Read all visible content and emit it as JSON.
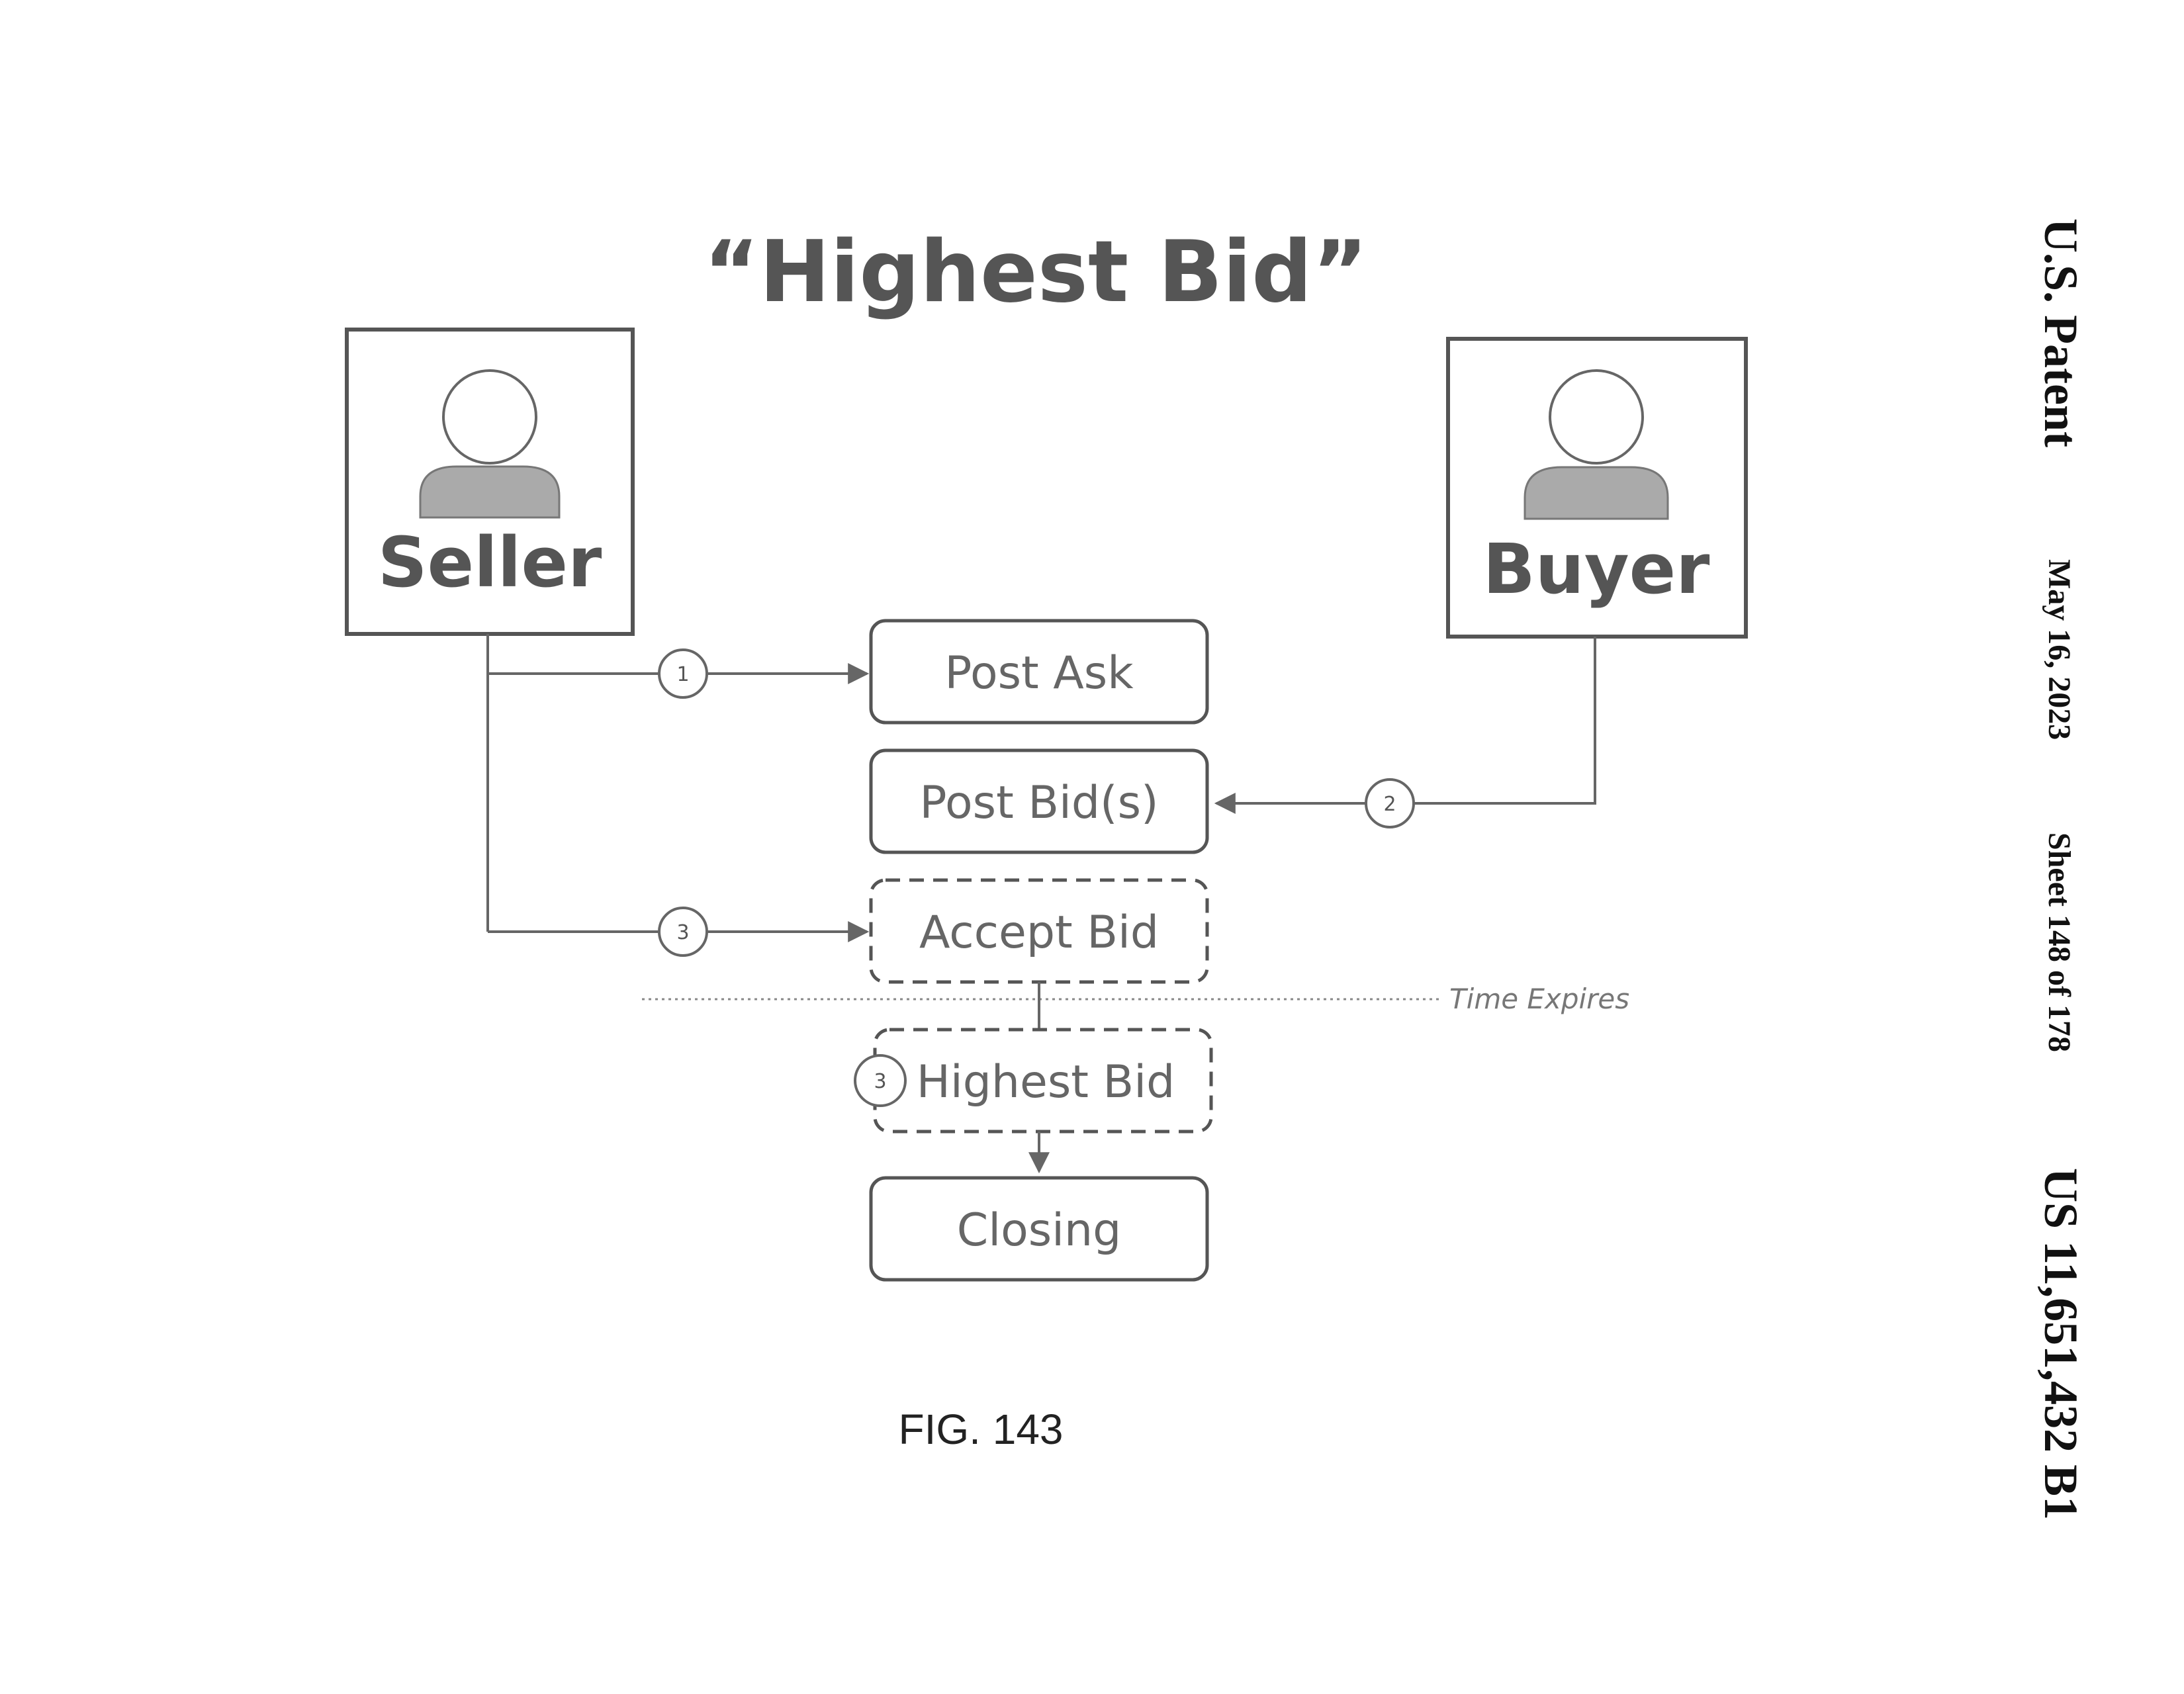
{
  "header": {
    "patent_label": "U.S. Patent",
    "date": "May 16, 2023",
    "sheet": "Sheet 148 of 178",
    "patent_number": "US 11,651,432 B1"
  },
  "diagram": {
    "title": "“Highest Bid”",
    "actors": {
      "seller": "Seller",
      "buyer": "Buyer"
    },
    "steps": {
      "post_ask": "Post Ask",
      "post_bids": "Post Bid(s)",
      "accept_bid": "Accept Bid",
      "highest_bid": "Highest Bid",
      "closing": "Closing"
    },
    "step_numbers": {
      "one": "1",
      "two": "2",
      "three": "3",
      "three_b": "3"
    },
    "time_expires": "Time Expires"
  },
  "figure_label": "FIG. 143",
  "icons": {
    "person": "person-icon",
    "arrow": "arrowhead"
  },
  "colors": {
    "stroke": "#666666",
    "fill_person": "#aaaaaa",
    "text": "#555555"
  }
}
